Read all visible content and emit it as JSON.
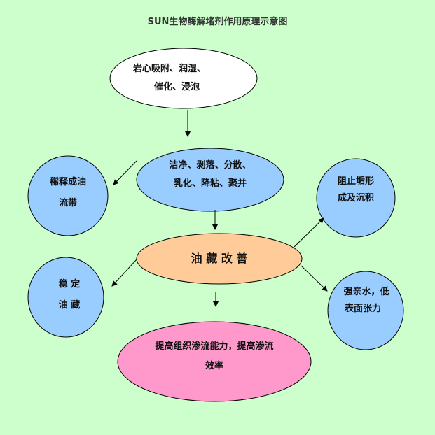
{
  "title": "SUN生物酶解堵剂作用原理示意图",
  "colors": {
    "background": "#ccffcc",
    "white": "#ffffff",
    "blue": "#99ccff",
    "orange": "#ffcc99",
    "pink": "#ff99cc"
  },
  "nodes": {
    "adsorb": {
      "line1": "岩心吸附、润湿、",
      "line2": "催化、浸泡"
    },
    "clean": {
      "line1": "洁净、剥落、分散、",
      "line2": "乳化、降粘、聚并"
    },
    "dilute": {
      "line1": "稀释成油",
      "line2": "流带"
    },
    "prevent": {
      "line1": "阻止垢形",
      "line2": "成及沉积"
    },
    "improve": {
      "label": "油 藏 改 善"
    },
    "stable": {
      "line1": "稳 定",
      "line2": "油 藏"
    },
    "tension": {
      "line1": "强亲水，低",
      "line2": "表面张力"
    },
    "result": {
      "line1": "提高组织渗流能力，提高渗流",
      "line2": "效率"
    }
  }
}
